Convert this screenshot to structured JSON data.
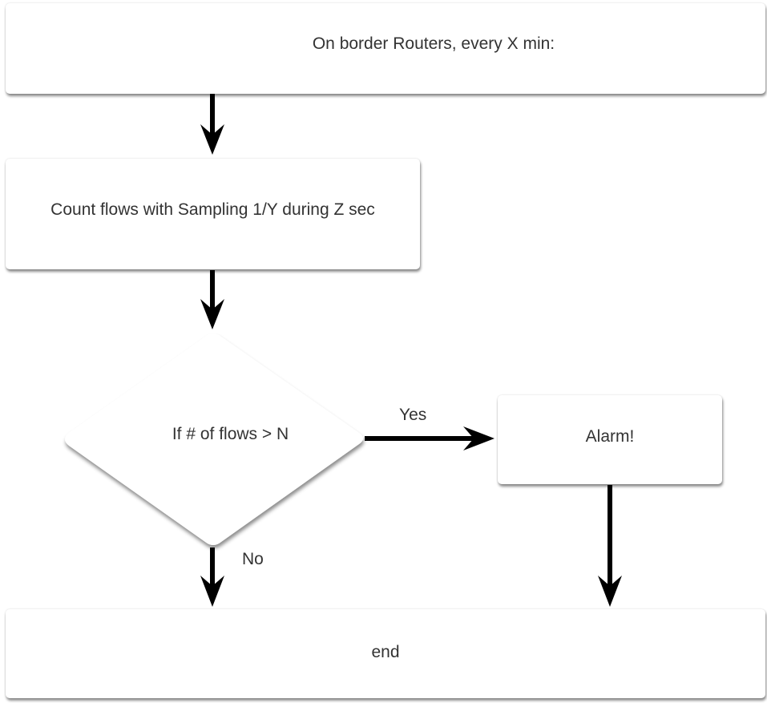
{
  "flowchart": {
    "start_text": "On border Routers, every X min:",
    "count_text": "Count flows with Sampling 1/Y during Z sec",
    "decision_text": "If # of flows > N",
    "yes_label": "Yes",
    "no_label": "No",
    "alarm_text": "Alarm!",
    "end_text": "end"
  },
  "colors": {
    "arrow": "#000000",
    "text": "#333333",
    "box_fill": "#ffffff"
  }
}
